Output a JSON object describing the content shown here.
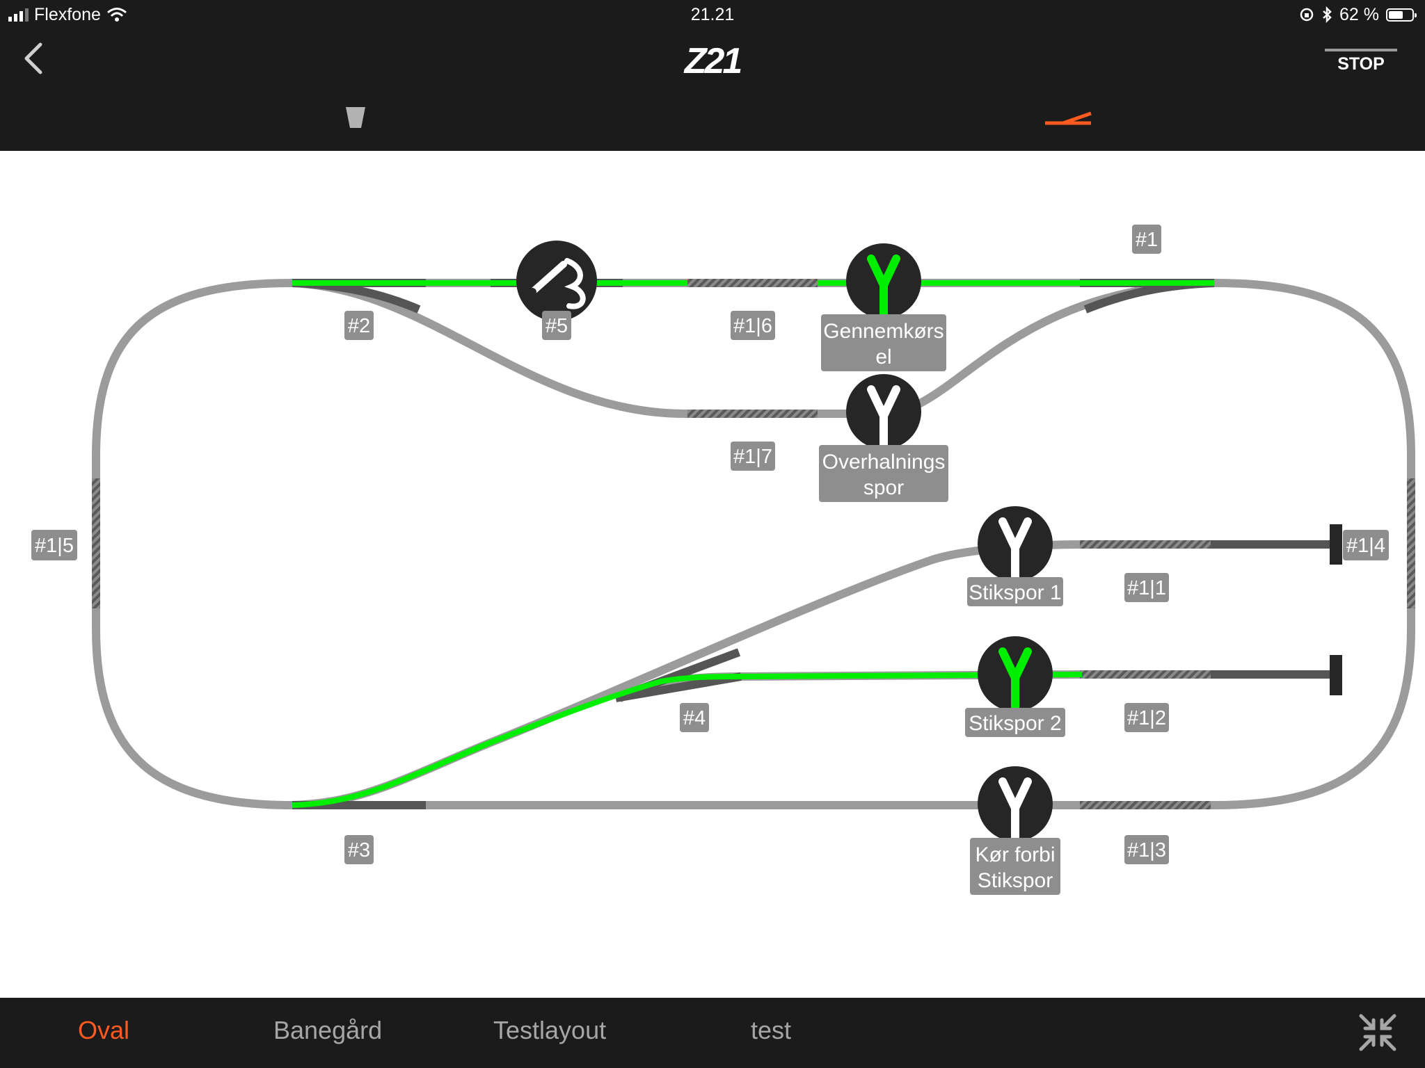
{
  "status_bar": {
    "carrier": "Flexfone",
    "time": "21.21",
    "battery": "62 %",
    "battery_level": 0.62
  },
  "header": {
    "title": "Z21",
    "stop_label": "STOP"
  },
  "layout": {
    "addresses": {
      "a1": "#1",
      "a2": "#2",
      "a3": "#3",
      "a4": "#4",
      "a5": "#5",
      "s11": "#1|1",
      "s12": "#1|2",
      "s13": "#1|3",
      "s14": "#1|4",
      "s15": "#1|5",
      "s16": "#1|6",
      "s17": "#1|7"
    },
    "names": {
      "gennemkoersel_1": "Gennemkørs",
      "gennemkoersel_2": "el",
      "overhalning_1": "Overhalnings",
      "overhalning_2": "spor",
      "stikspor1": "Stikspor 1",
      "stikspor2": "Stikspor 2",
      "korforbi_1": "Kør forbi",
      "korforbi_2": "Stikspor"
    },
    "colors": {
      "active_route": "#00ee00",
      "track": "#9b9b9b",
      "turnout_base": "#555555",
      "node": "#262626",
      "label_bg": "#8e8e8e",
      "accent": "#ff5a1f"
    }
  },
  "bottom_tabs": {
    "oval": "Oval",
    "banegaard": "Banegård",
    "testlayout": "Testlayout",
    "test": "test"
  }
}
